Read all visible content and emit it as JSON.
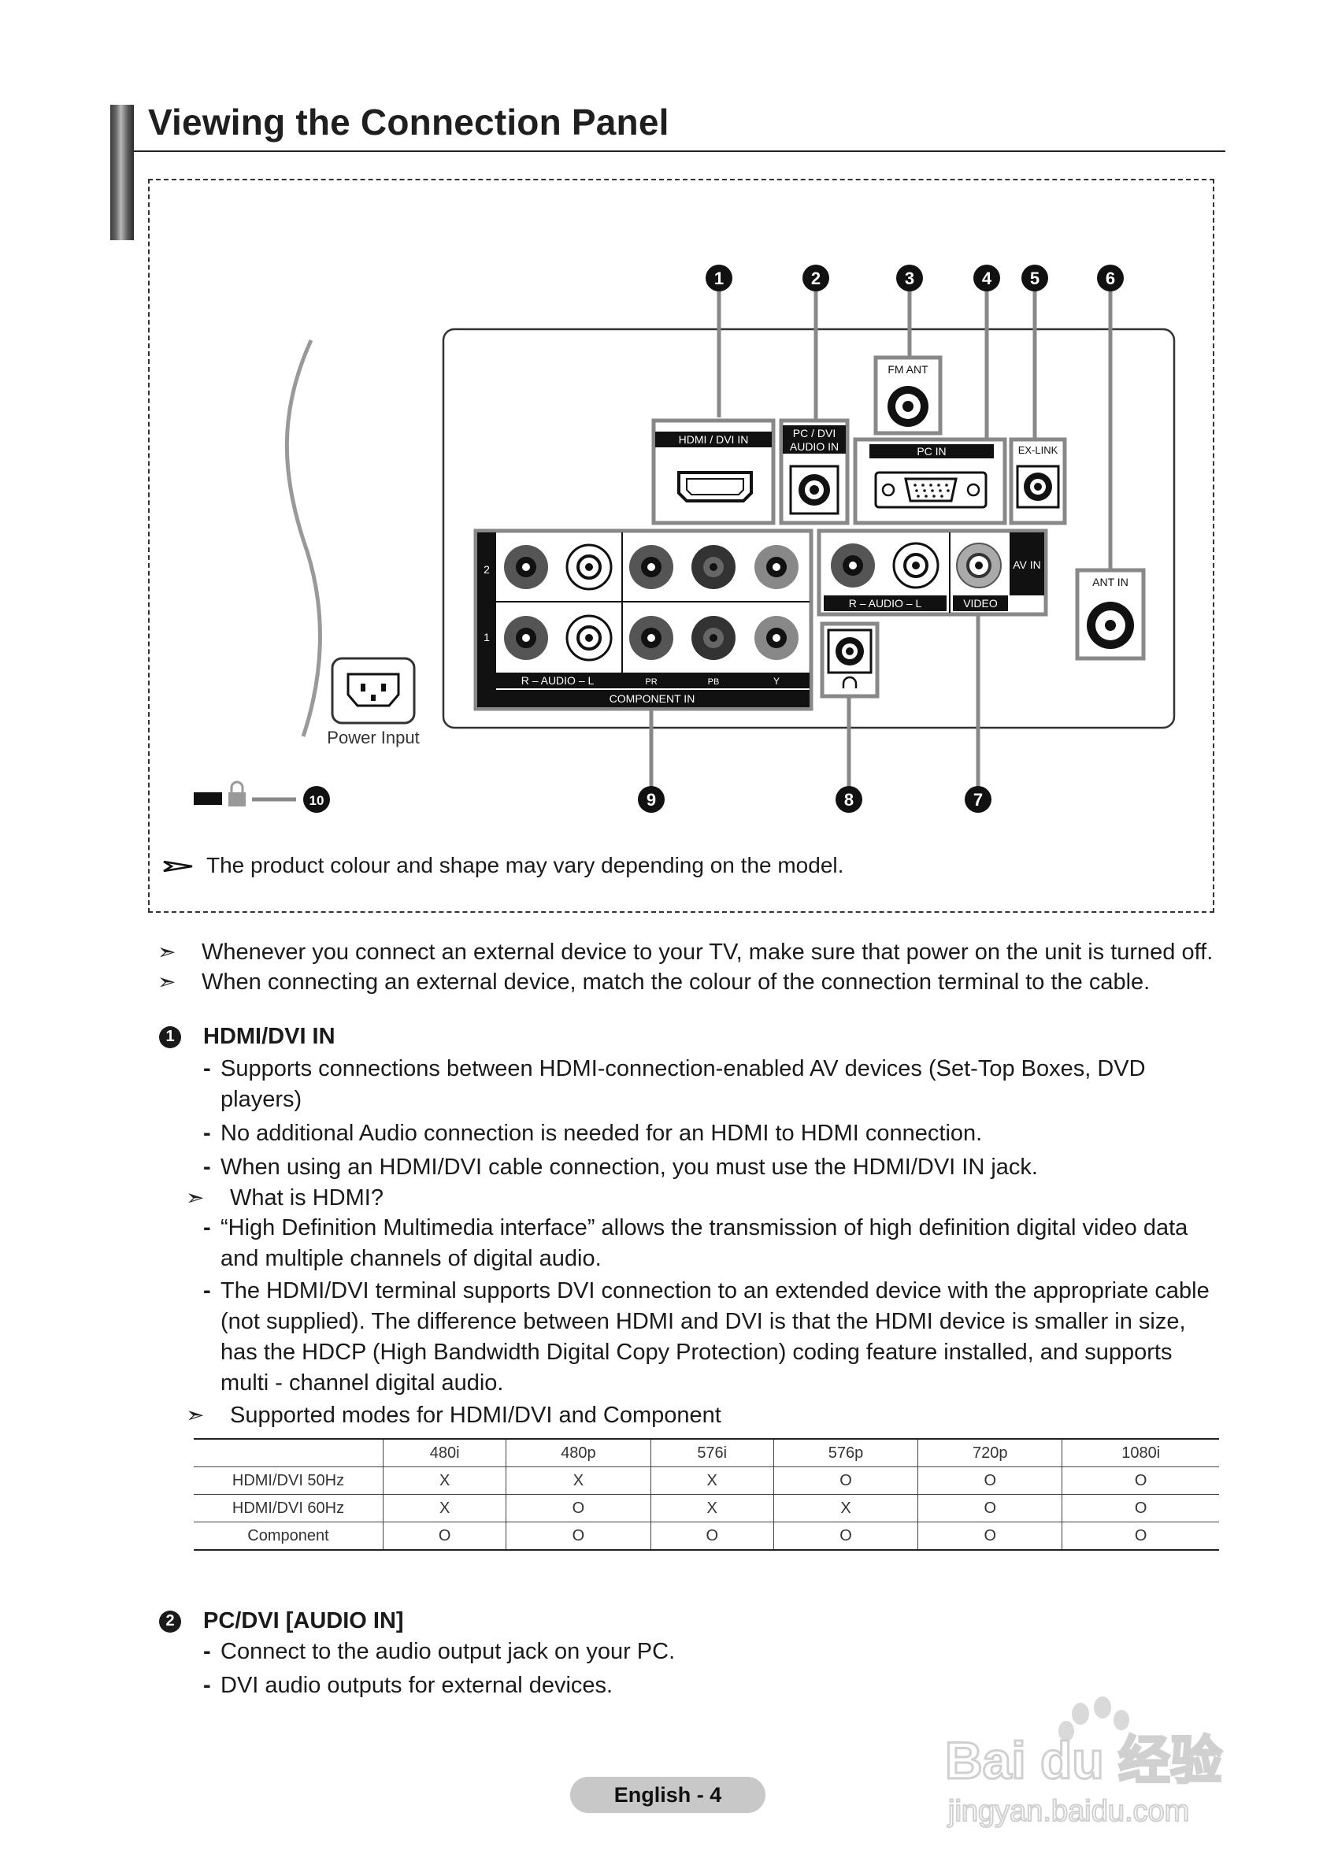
{
  "title": "Viewing the Connection Panel",
  "diagram": {
    "callouts": [
      "1",
      "2",
      "3",
      "4",
      "5",
      "6",
      "7",
      "8",
      "9",
      "10"
    ],
    "labels": {
      "hdmi": "HDMI / DVI IN",
      "pcdvi_line1": "PC / DVI",
      "pcdvi_line2": "AUDIO IN",
      "fmant": "FM ANT",
      "pcin": "PC IN",
      "exlink": "EX-LINK",
      "antin": "ANT IN",
      "avin": "AV IN",
      "av_audio": "R – AUDIO – L",
      "video": "VIDEO",
      "comp_audio": "R – AUDIO – L",
      "pr": "PR",
      "pb": "PB",
      "y": "Y",
      "component_in": "COMPONENT IN",
      "row2": "2",
      "row1": "1",
      "power_input": "Power Input"
    },
    "note": "The product colour and shape may vary depending on the model."
  },
  "notes": [
    "Whenever you connect an external device to your TV, make sure that power on the unit is turned off.",
    "When connecting an external device, match the colour of the connection terminal to the cable."
  ],
  "section1": {
    "num": "1",
    "heading": "HDMI/DVI IN",
    "items": [
      "Supports connections between HDMI-connection-enabled AV devices (Set-Top Boxes, DVD players)",
      "No additional Audio connection is needed for an HDMI to HDMI connection.",
      "When using an HDMI/DVI cable connection, you must use the HDMI/DVI IN jack."
    ],
    "sub_heading": "What is HDMI?",
    "sub_items": [
      "“High Definition Multimedia interface” allows the transmission of high definition digital video data and multiple channels of digital audio.",
      "The HDMI/DVI terminal supports DVI connection to an extended device with the appropriate cable (not supplied). The difference between HDMI and DVI is that the HDMI device is smaller in size, has the HDCP (High Bandwidth Digital Copy Protection) coding feature installed, and supports multi - channel digital audio."
    ],
    "modes_heading": "Supported modes for HDMI/DVI and Component",
    "table": {
      "columns": [
        "",
        "480i",
        "480p",
        "576i",
        "576p",
        "720p",
        "1080i"
      ],
      "rows": [
        [
          "HDMI/DVI 50Hz",
          "X",
          "X",
          "X",
          "O",
          "O",
          "O"
        ],
        [
          "HDMI/DVI 60Hz",
          "X",
          "O",
          "X",
          "X",
          "O",
          "O"
        ],
        [
          "Component",
          "O",
          "O",
          "O",
          "O",
          "O",
          "O"
        ]
      ]
    }
  },
  "section2": {
    "num": "2",
    "heading": "PC/DVI [AUDIO IN]",
    "items": [
      "Connect to the audio output jack on your PC.",
      "DVI audio outputs for external devices."
    ]
  },
  "footer": {
    "page": "English - 4"
  },
  "watermark": {
    "text": "Bai du 经验",
    "url_text": "jingyan.baidu.com"
  }
}
